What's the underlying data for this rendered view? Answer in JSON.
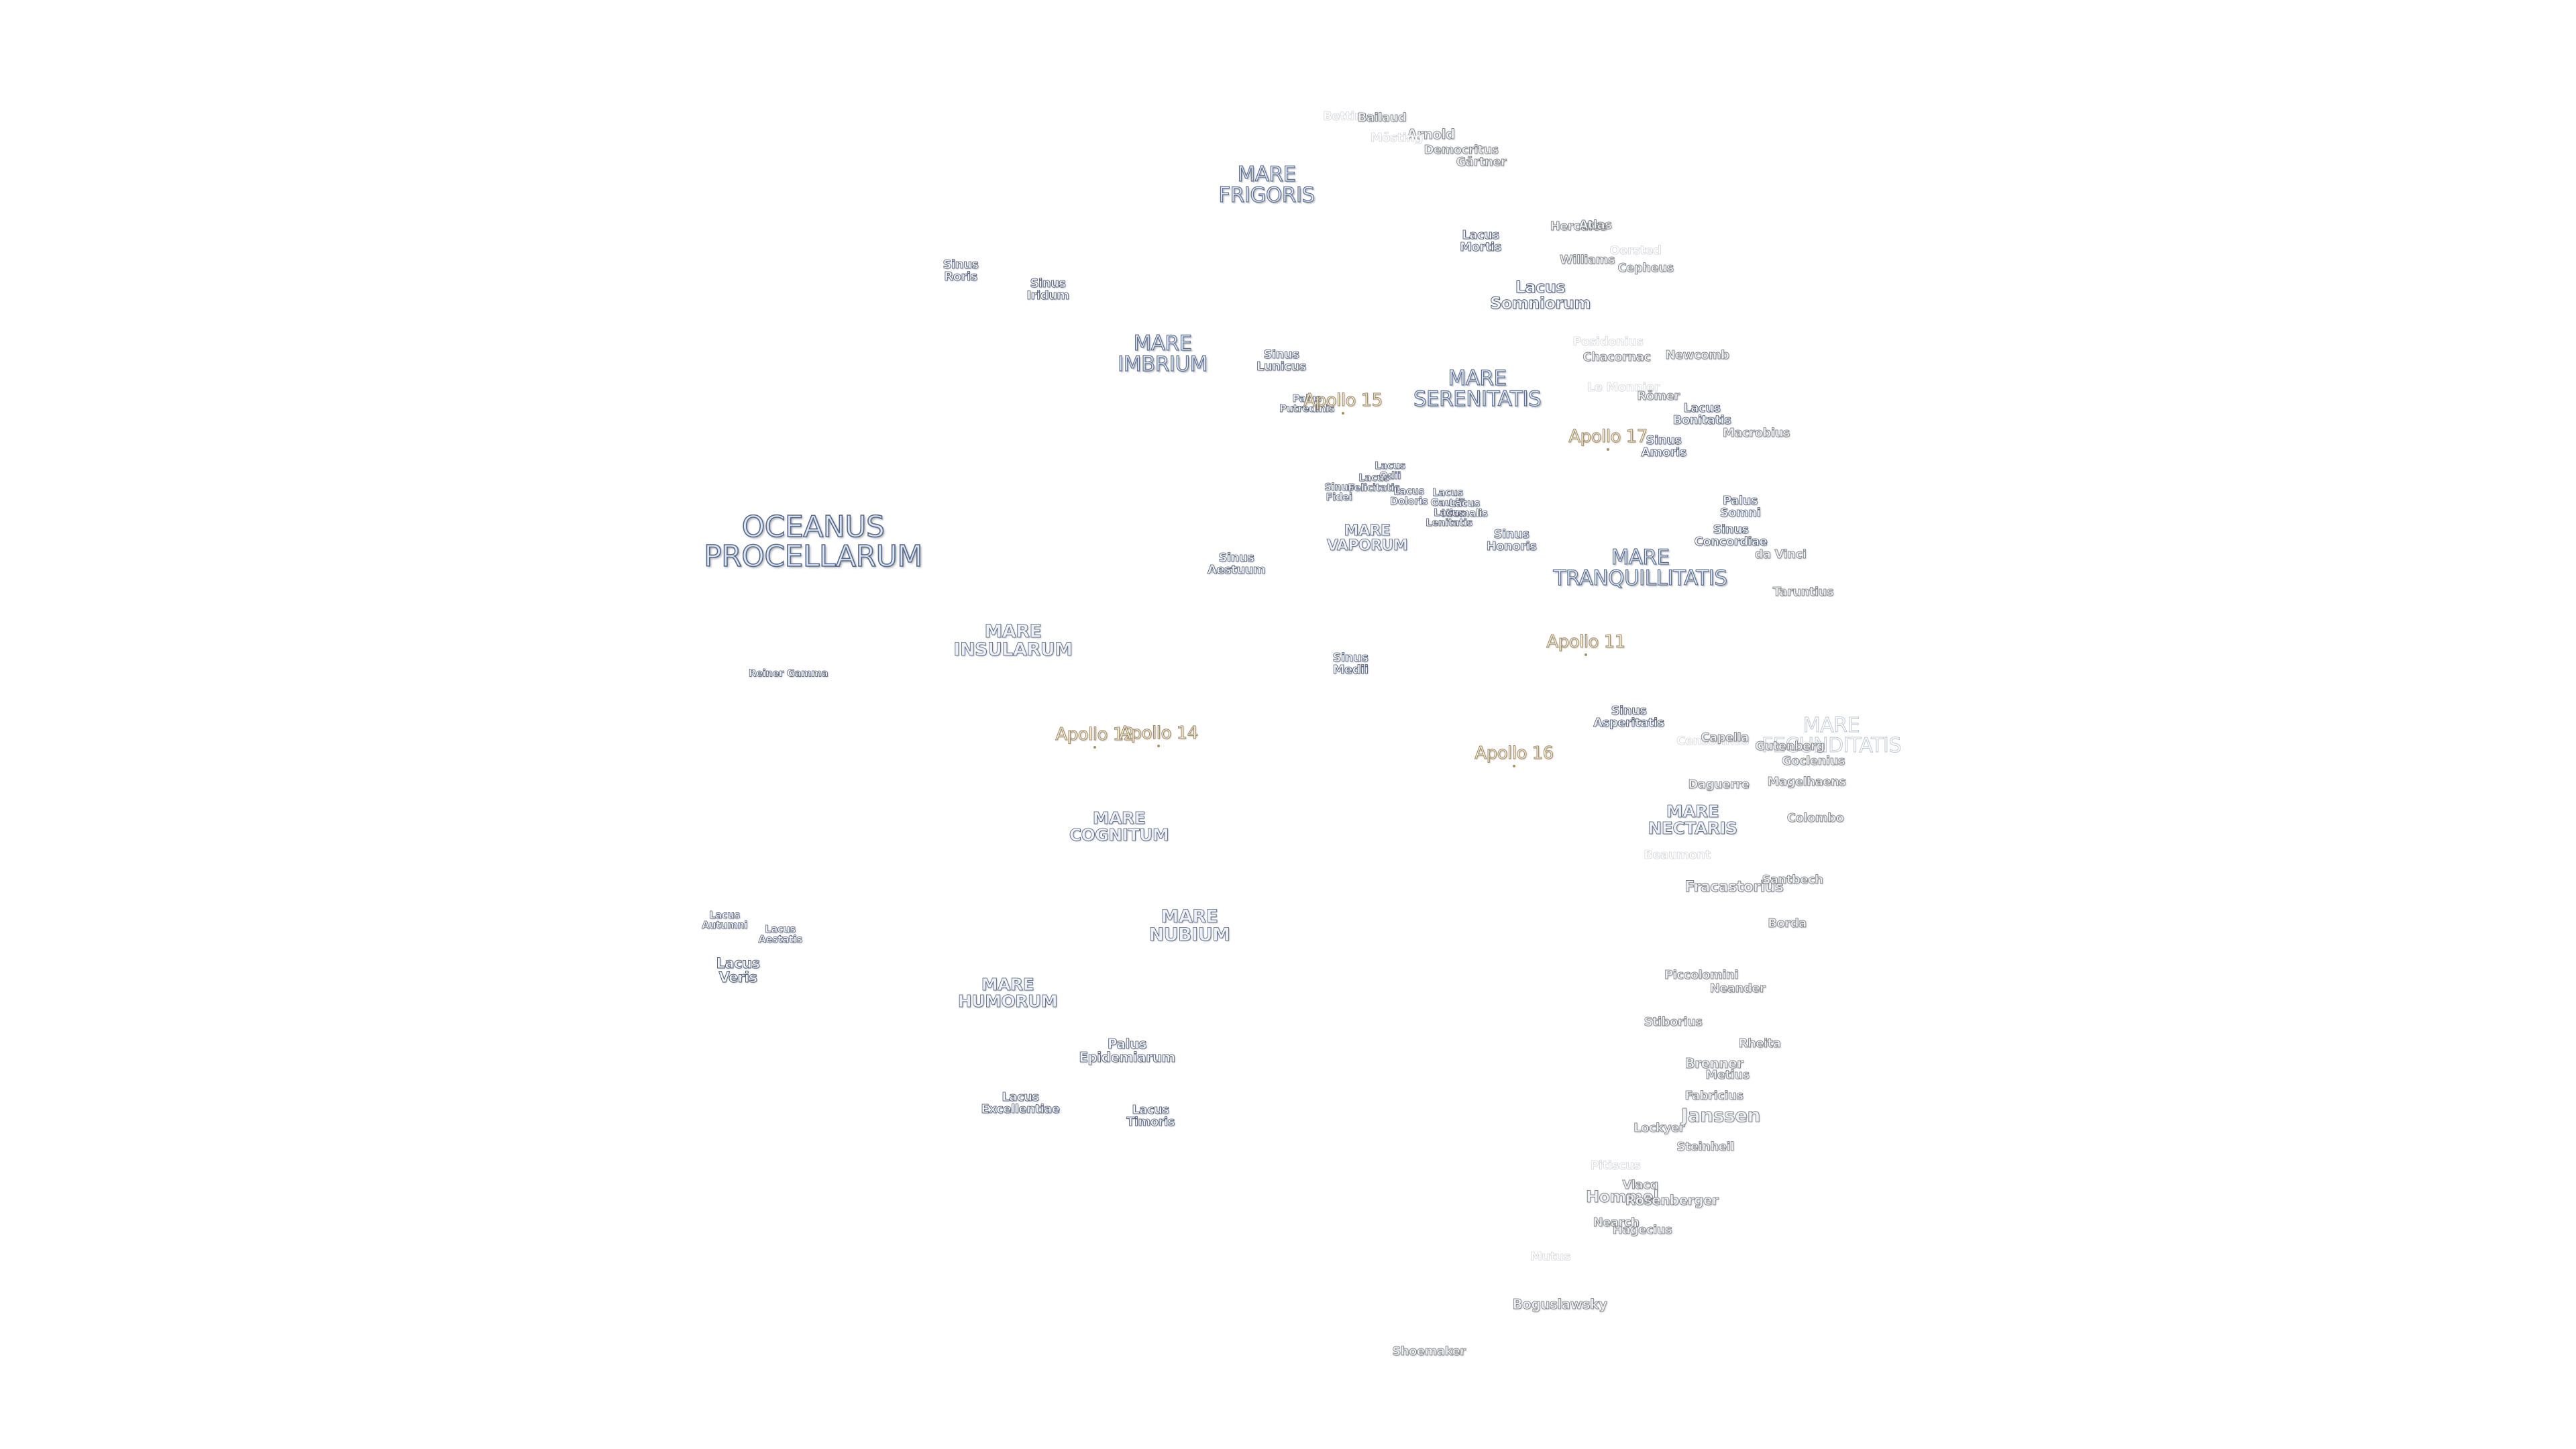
{
  "map": {
    "labels": [
      {
        "text": "OCEANUS\nPROCELLARUM",
        "kind": "ocean"
      },
      {
        "text": "MARE\nFRIGORIS",
        "kind": "mare"
      },
      {
        "text": "MARE\nIMBRIUM",
        "kind": "mare"
      },
      {
        "text": "MARE\nSERENITATIS",
        "kind": "mare"
      },
      {
        "text": "MARE\nTRANQUILLITATIS",
        "kind": "mare"
      },
      {
        "text": "MARE\nINSULARUM",
        "kind": "mare"
      },
      {
        "text": "MARE\nCOGNITUM",
        "kind": "mare"
      },
      {
        "text": "MARE\nNUBIUM",
        "kind": "mare"
      },
      {
        "text": "MARE\nHUMORUM",
        "kind": "mare"
      },
      {
        "text": "MARE\nNECTARIS",
        "kind": "mare"
      },
      {
        "text": "MARE\nVAPORUM",
        "kind": "mare-s"
      },
      {
        "text": "MARE\nFECUNDITATIS",
        "kind": "faint-l"
      },
      {
        "text": "Sinus\nRoris",
        "kind": "lake"
      },
      {
        "text": "Sinus\nIridum",
        "kind": "lake"
      },
      {
        "text": "Sinus\nLunicus",
        "kind": "lake"
      },
      {
        "text": "Palus\nPutredinis",
        "kind": "small"
      },
      {
        "text": "Sinus\nAestuum",
        "kind": "lake"
      },
      {
        "text": "Sinus\nMedii",
        "kind": "lake"
      },
      {
        "text": "Sinus\nHonoris",
        "kind": "lake"
      },
      {
        "text": "Sinus\nAsperitatis",
        "kind": "lake"
      },
      {
        "text": "Sinus\nConcordiae",
        "kind": "lake"
      },
      {
        "text": "Sinus\nAmoris",
        "kind": "lake"
      },
      {
        "text": "Sinus\nFidei",
        "kind": "small"
      },
      {
        "text": "Lacus\nSomniorum",
        "kind": "lake-l"
      },
      {
        "text": "Lacus\nMortis",
        "kind": "lake"
      },
      {
        "text": "Lacus\nBonitatis",
        "kind": "lake"
      },
      {
        "text": "Lacus\nOdii",
        "kind": "small"
      },
      {
        "text": "Lacus\nFelicitatis",
        "kind": "small"
      },
      {
        "text": "Lacus\nDoloris",
        "kind": "small"
      },
      {
        "text": "Lacus\nGaudii",
        "kind": "small"
      },
      {
        "text": "Lacus\nHiemalis",
        "kind": "small"
      },
      {
        "text": "Lacus\nLenitatis",
        "kind": "small"
      },
      {
        "text": "Lacus\nAutumni",
        "kind": "small"
      },
      {
        "text": "Lacus\nAestatis",
        "kind": "small"
      },
      {
        "text": "Lacus\nVeris",
        "kind": "lake-l"
      },
      {
        "text": "Lacus\nExcellentiae",
        "kind": "lake"
      },
      {
        "text": "Lacus\nTimoris",
        "kind": "lake"
      },
      {
        "text": "Palus\nEpidemiarum",
        "kind": "lake"
      },
      {
        "text": "Palus\nSomni",
        "kind": "lake"
      },
      {
        "text": "Reiner Gamma",
        "kind": "small"
      },
      {
        "text": "Apollo 11",
        "kind": "apollo"
      },
      {
        "text": "Apollo 12",
        "kind": "apollo"
      },
      {
        "text": "Apollo 14",
        "kind": "apollo"
      },
      {
        "text": "Apollo 15",
        "kind": "apollo"
      },
      {
        "text": "Apollo 16",
        "kind": "apollo"
      },
      {
        "text": "Apollo 17",
        "kind": "apollo"
      },
      {
        "text": "Bettinus",
        "kind": "faint"
      },
      {
        "text": "Bailaud",
        "kind": "crater"
      },
      {
        "text": "Arnold",
        "kind": "crater"
      },
      {
        "text": "Mösting",
        "kind": "faint"
      },
      {
        "text": "Democritus",
        "kind": "crater"
      },
      {
        "text": "Gärtner",
        "kind": "crater"
      },
      {
        "text": "Hercules",
        "kind": "crater"
      },
      {
        "text": "Atlas",
        "kind": "crater"
      },
      {
        "text": "Williams",
        "kind": "crater"
      },
      {
        "text": "Oersted",
        "kind": "faint"
      },
      {
        "text": "Cepheus",
        "kind": "crater"
      },
      {
        "text": "Posidonius",
        "kind": "faint"
      },
      {
        "text": "Chacornac",
        "kind": "crater"
      },
      {
        "text": "Newcomb",
        "kind": "crater"
      },
      {
        "text": "Le Monnier",
        "kind": "faint"
      },
      {
        "text": "Römer",
        "kind": "crater"
      },
      {
        "text": "Macrobius",
        "kind": "crater"
      },
      {
        "text": "da Vinci",
        "kind": "crater"
      },
      {
        "text": "Taruntius",
        "kind": "crater"
      },
      {
        "text": "Censorinus",
        "kind": "crater"
      },
      {
        "text": "Capella",
        "kind": "crater"
      },
      {
        "text": "Gutenberg",
        "kind": "crater"
      },
      {
        "text": "Goclenius",
        "kind": "crater"
      },
      {
        "text": "Daguerre",
        "kind": "crater"
      },
      {
        "text": "Magelhaens",
        "kind": "crater"
      },
      {
        "text": "Colombo",
        "kind": "crater"
      },
      {
        "text": "Beaumont",
        "kind": "faint"
      },
      {
        "text": "Fracastorius",
        "kind": "crater-l"
      },
      {
        "text": "Santbech",
        "kind": "crater"
      },
      {
        "text": "Borda",
        "kind": "crater"
      },
      {
        "text": "Piccolomini",
        "kind": "crater"
      },
      {
        "text": "Neander",
        "kind": "crater"
      },
      {
        "text": "Stiborius",
        "kind": "crater"
      },
      {
        "text": "Rheita",
        "kind": "crater"
      },
      {
        "text": "Brenner",
        "kind": "crater"
      },
      {
        "text": "Metius",
        "kind": "crater"
      },
      {
        "text": "Fabricius",
        "kind": "crater"
      },
      {
        "text": "Janssen",
        "kind": "crater-l"
      },
      {
        "text": "Lockyer",
        "kind": "crater"
      },
      {
        "text": "Steinheil",
        "kind": "crater"
      },
      {
        "text": "Pitiscus",
        "kind": "faint"
      },
      {
        "text": "Vlacq",
        "kind": "crater"
      },
      {
        "text": "Hommel",
        "kind": "crater-l"
      },
      {
        "text": "Rosenberger",
        "kind": "crater"
      },
      {
        "text": "Hagecius",
        "kind": "crater"
      },
      {
        "text": "Nearch",
        "kind": "crater"
      },
      {
        "text": "Mutus",
        "kind": "faint"
      },
      {
        "text": "Boguslawsky",
        "kind": "crater"
      },
      {
        "text": "Shoemaker",
        "kind": "crater"
      }
    ]
  }
}
